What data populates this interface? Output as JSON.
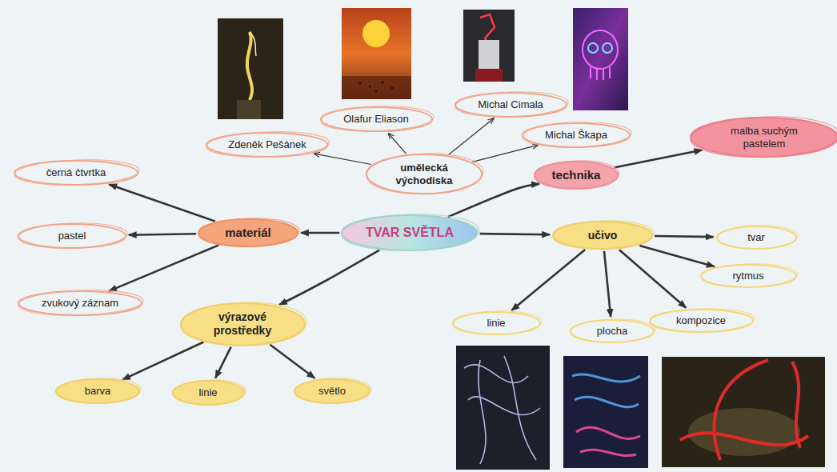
{
  "diagram": {
    "nodes": [
      {
        "text": [
          "TVAR SVĚTLA"
        ]
      },
      {
        "text": [
          "umělecká východiska"
        ]
      },
      {
        "text": [
          "Zdeněk Pešánek"
        ]
      },
      {
        "text": [
          "Olafur Eliason"
        ]
      },
      {
        "text": [
          "Michal Cimala"
        ]
      },
      {
        "text": [
          "Michal Škapa"
        ]
      },
      {
        "text": [
          "technika"
        ]
      },
      {
        "text": [
          "malba suchým pastelem"
        ]
      },
      {
        "text": [
          "materiál"
        ]
      },
      {
        "text": [
          "černá čtvrtka"
        ]
      },
      {
        "text": [
          "pastel"
        ]
      },
      {
        "text": [
          "zvukový záznam"
        ]
      },
      {
        "text": [
          "výrazové prostředky"
        ]
      },
      {
        "text": [
          "barva"
        ]
      },
      {
        "text": [
          "linie"
        ]
      },
      {
        "text": [
          "světlo"
        ]
      },
      {
        "text": [
          "učivo"
        ]
      },
      {
        "text": [
          "tvar"
        ]
      },
      {
        "text": [
          "rytmus"
        ]
      },
      {
        "text": [
          "kompozice"
        ]
      },
      {
        "text": [
          "plocha"
        ]
      },
      {
        "text": [
          "linie"
        ]
      }
    ],
    "edges": [
      {
        "from": 1,
        "to": 2,
        "arrow": "to"
      },
      {
        "from": 1,
        "to": 3,
        "arrow": "to"
      },
      {
        "from": 1,
        "to": 4,
        "arrow": "to"
      },
      {
        "from": 1,
        "to": 5,
        "arrow": "to"
      },
      {
        "from": 0,
        "to": 6,
        "arrow": "to"
      },
      {
        "from": 6,
        "to": 7,
        "arrow": "to"
      },
      {
        "from": 0,
        "to": 8,
        "arrow": "to"
      },
      {
        "from": 8,
        "to": 9,
        "arrow": "to"
      },
      {
        "from": 8,
        "to": 10,
        "arrow": "to"
      },
      {
        "from": 8,
        "to": 11,
        "arrow": "to"
      },
      {
        "from": 0,
        "to": 12,
        "arrow": "to"
      },
      {
        "from": 12,
        "to": 13,
        "arrow": "to"
      },
      {
        "from": 12,
        "to": 14,
        "arrow": "to"
      },
      {
        "from": 12,
        "to": 15,
        "arrow": "to"
      },
      {
        "from": 0,
        "to": 16,
        "arrow": "to"
      },
      {
        "from": 16,
        "to": 17,
        "arrow": "to"
      },
      {
        "from": 16,
        "to": 18,
        "arrow": "to"
      },
      {
        "from": 16,
        "to": 19,
        "arrow": "to"
      },
      {
        "from": 16,
        "to": 20,
        "arrow": "to"
      },
      {
        "from": 16,
        "to": 21,
        "arrow": "to"
      }
    ]
  }
}
